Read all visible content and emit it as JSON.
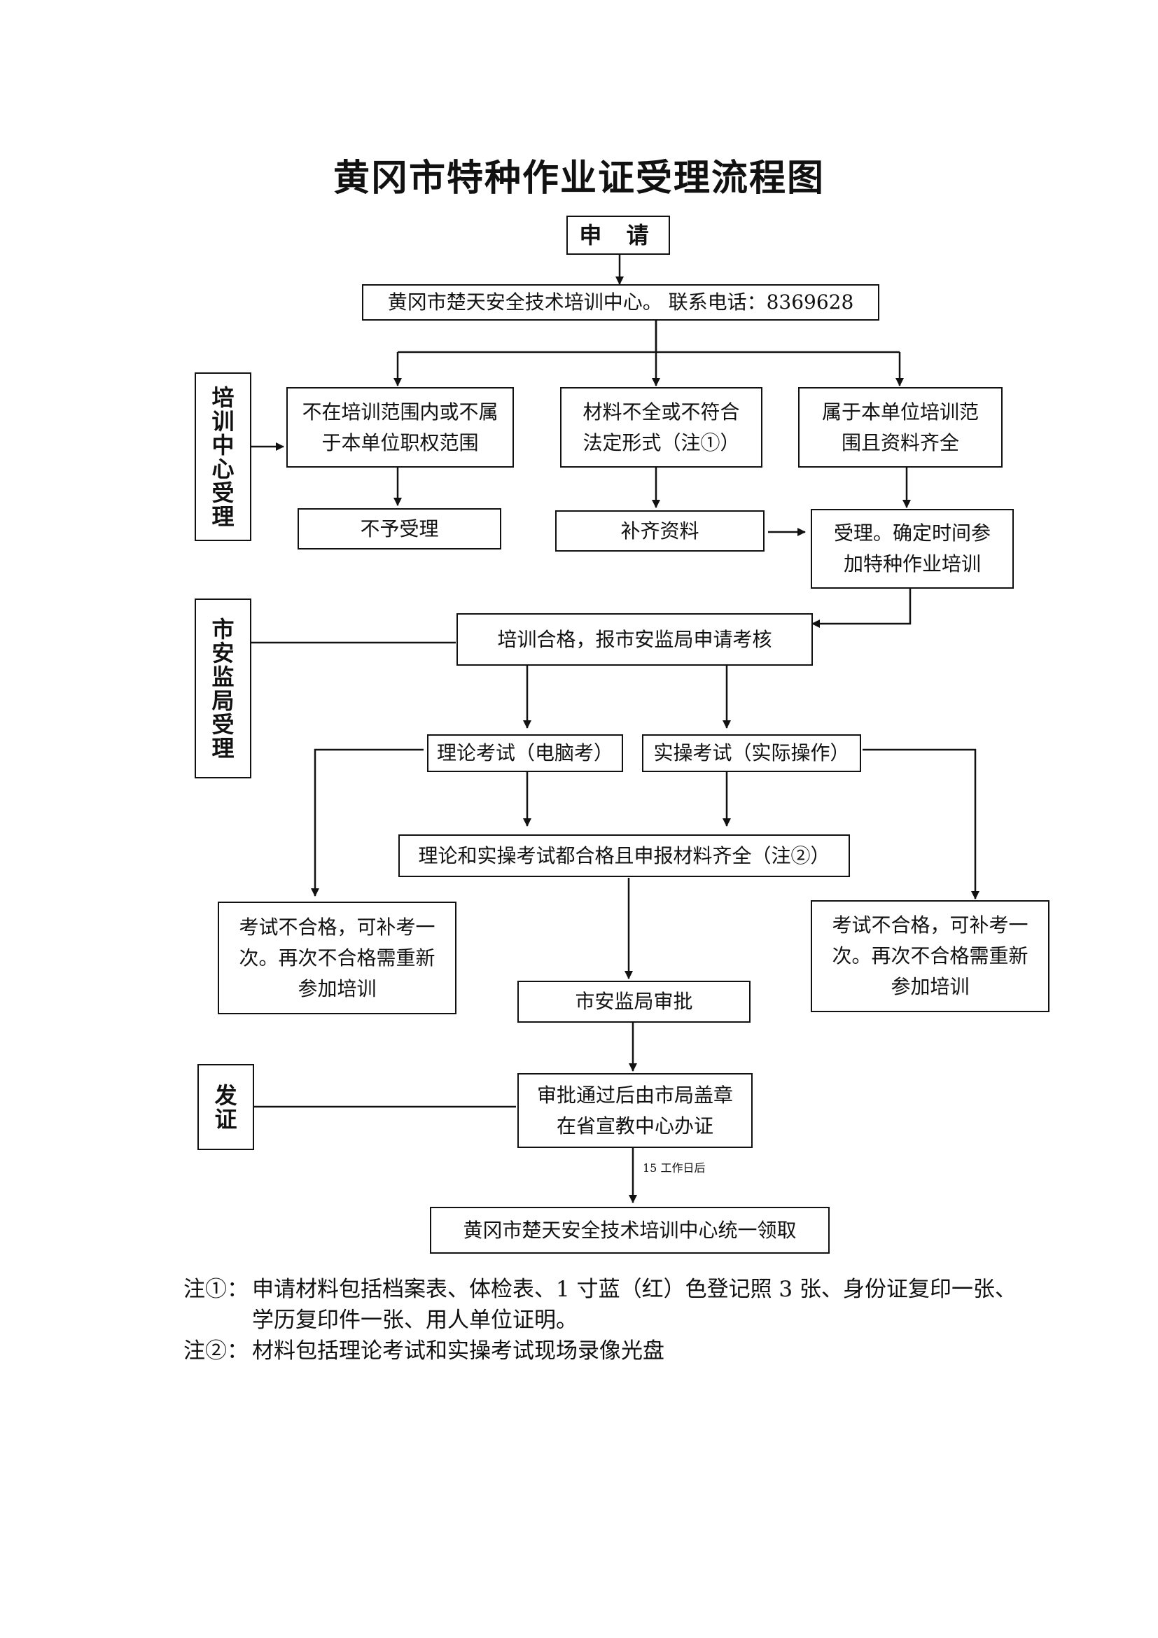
{
  "title": "黄冈市特种作业证受理流程图",
  "sections": {
    "training": "培训中心受理",
    "bureau": "市安监局受理",
    "issue": "发证"
  },
  "nodes": {
    "apply": "申 请",
    "center": "黄冈市楚天安全技术培训中心。  联系电话：8369628",
    "out_of_scope": "不在培训范围内或不属\n于本单位职权范围",
    "incomplete": "材料不全或不符合\n法定形式（注①）",
    "in_scope": "属于本单位培训范\n围且资料齐全",
    "rejected": "不予受理",
    "supplement": "补齐资料",
    "accepted": "受理。确定时间参\n加特种作业培训",
    "qualified": "培训合格，报市安监局申请考核",
    "theory_exam": "理论考试（电脑考）",
    "practical_exam": "实操考试（实际操作）",
    "both_pass": "理论和实操考试都合格且申报材料齐全（注②）",
    "fail_left": "考试不合格，可补考一\n次。再次不合格需重新\n参加培训",
    "fail_right": "考试不合格，可补考一\n次。再次不合格需重新\n参加培训",
    "bureau_approval": "市安监局审批",
    "stamp": "审批通过后由市局盖章\n在省宣教中心办证",
    "collect": "黄冈市楚天安全技术培训中心统一领取"
  },
  "edge_labels": {
    "days": "15 工作日后"
  },
  "notes": [
    {
      "tag": "注①：",
      "text": "申请材料包括档案表、体检表、1 寸蓝（红）色登记照 3 张、身份证复印一张、学历复印件一张、用人单位证明。"
    },
    {
      "tag": "注②：",
      "text": "材料包括理论考试和实操考试现场录像光盘"
    }
  ]
}
